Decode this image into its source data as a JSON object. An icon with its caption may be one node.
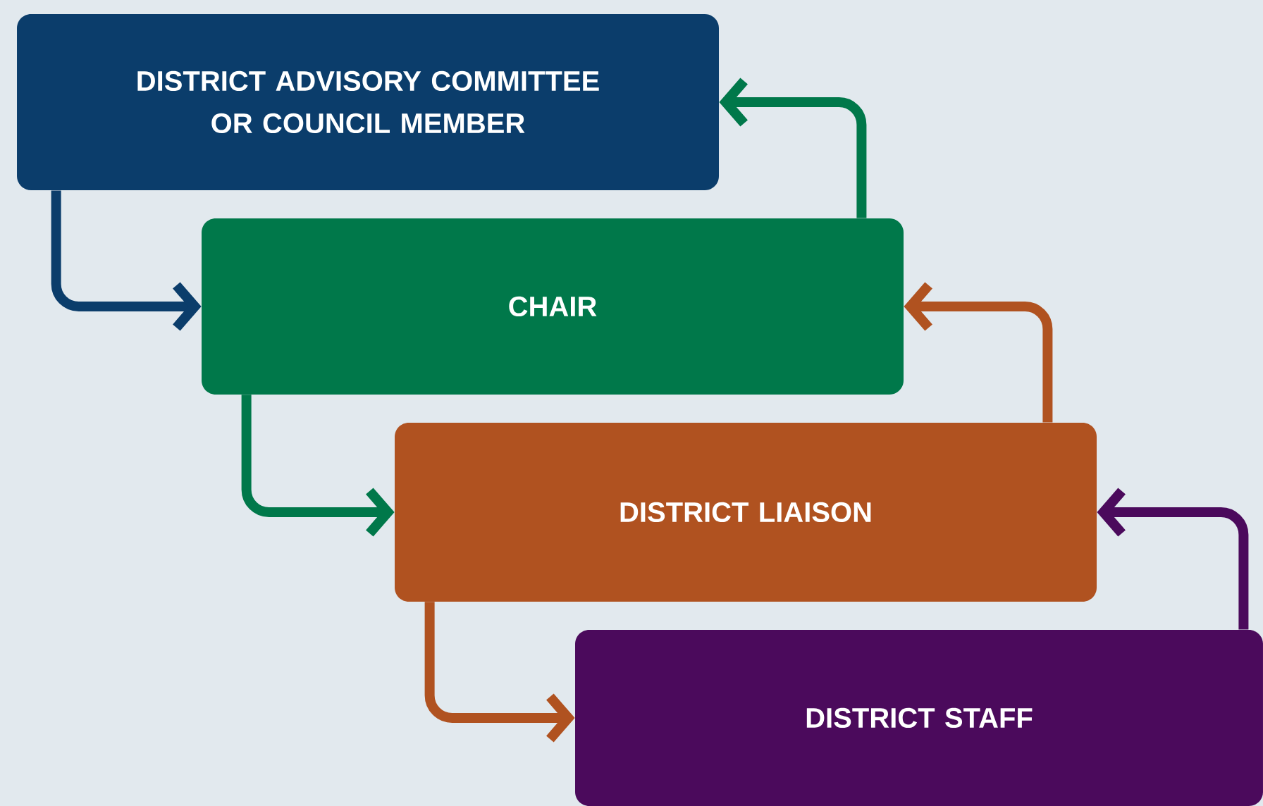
{
  "diagram": {
    "nodes": [
      {
        "text": [
          "DISTRICT ADVISORY COMMITTEE OR COUNCIL MEMBER"
        ]
      },
      {
        "text": [
          "CHAIR"
        ]
      },
      {
        "text": [
          "DISTRICT LIAISON"
        ]
      },
      {
        "text": [
          "DISTRICT STAFF"
        ]
      }
    ],
    "edges": [
      {
        "from": 0,
        "to": 1,
        "arrow": "to",
        "color": "#0b3d6b"
      },
      {
        "from": 1,
        "to": 0,
        "arrow": "to",
        "color": "#00784a"
      },
      {
        "from": 1,
        "to": 2,
        "arrow": "to",
        "color": "#00784a"
      },
      {
        "from": 2,
        "to": 1,
        "arrow": "to",
        "color": "#b05220"
      },
      {
        "from": 2,
        "to": 3,
        "arrow": "to",
        "color": "#b05220"
      },
      {
        "from": 3,
        "to": 2,
        "arrow": "to",
        "color": "#4b0a5c"
      }
    ]
  }
}
